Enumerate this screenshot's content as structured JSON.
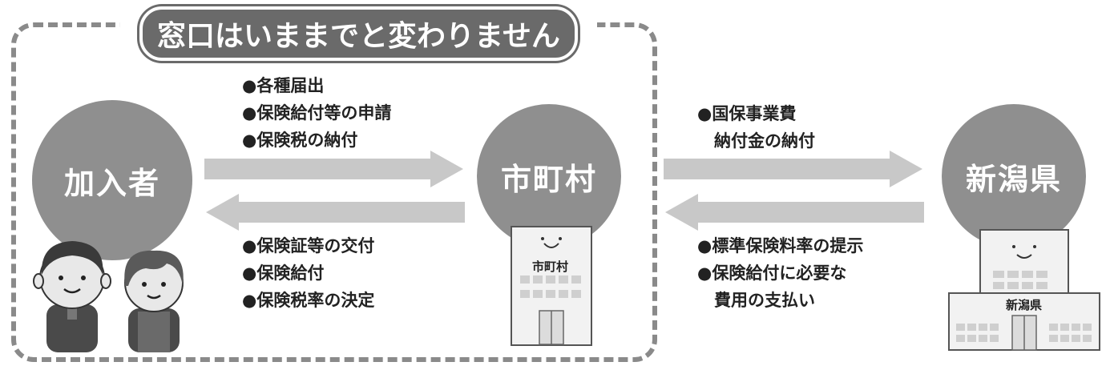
{
  "banner": {
    "title": "窓口はいままでと変わりません"
  },
  "nodes": {
    "subscriber": {
      "label": "加入者"
    },
    "municipality": {
      "label": "市町村",
      "building_sign": "市町村"
    },
    "prefecture": {
      "label": "新潟県",
      "building_sign": "新潟県"
    }
  },
  "flows": {
    "to_municipality": [
      "●各種届出",
      "●保険給付等の申請",
      "●保険税の納付"
    ],
    "to_subscriber": [
      "●保険証等の交付",
      "●保険給付",
      "●保険税率の決定"
    ],
    "to_prefecture": [
      "●国保事業費",
      "　納付金の納付"
    ],
    "to_municipality_from_pref": [
      "●標準保険料率の提示",
      "●保険給付に必要な",
      "　費用の支払い"
    ]
  },
  "colors": {
    "circle": "#8f8f8f",
    "arrow": "#c8c8c8",
    "dashed_border": "#8a8a8a"
  }
}
